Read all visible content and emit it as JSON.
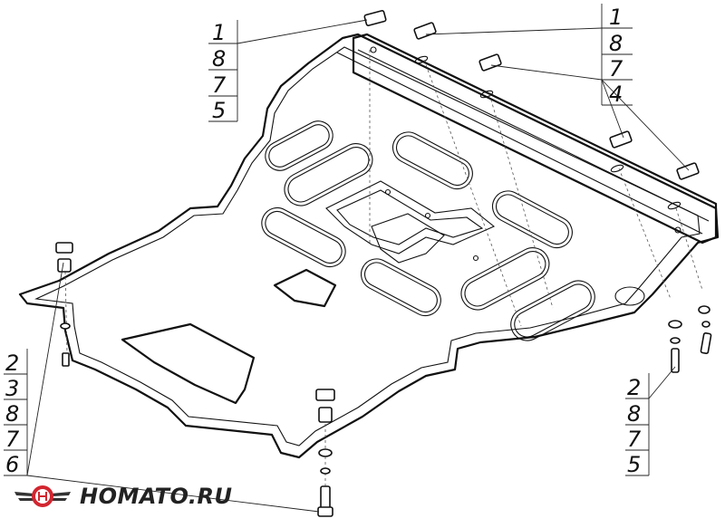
{
  "callouts": {
    "top_left": [
      "1",
      "8",
      "7",
      "5"
    ],
    "top_right": [
      "1",
      "8",
      "7",
      "4"
    ],
    "bottom_left": [
      "2",
      "3",
      "8",
      "7",
      "6"
    ],
    "bottom_right": [
      "2",
      "8",
      "7",
      "5"
    ]
  },
  "logo": {
    "text": "HOMATO.RU",
    "colors": {
      "primary": "#d22630",
      "secondary": "#333333"
    }
  }
}
